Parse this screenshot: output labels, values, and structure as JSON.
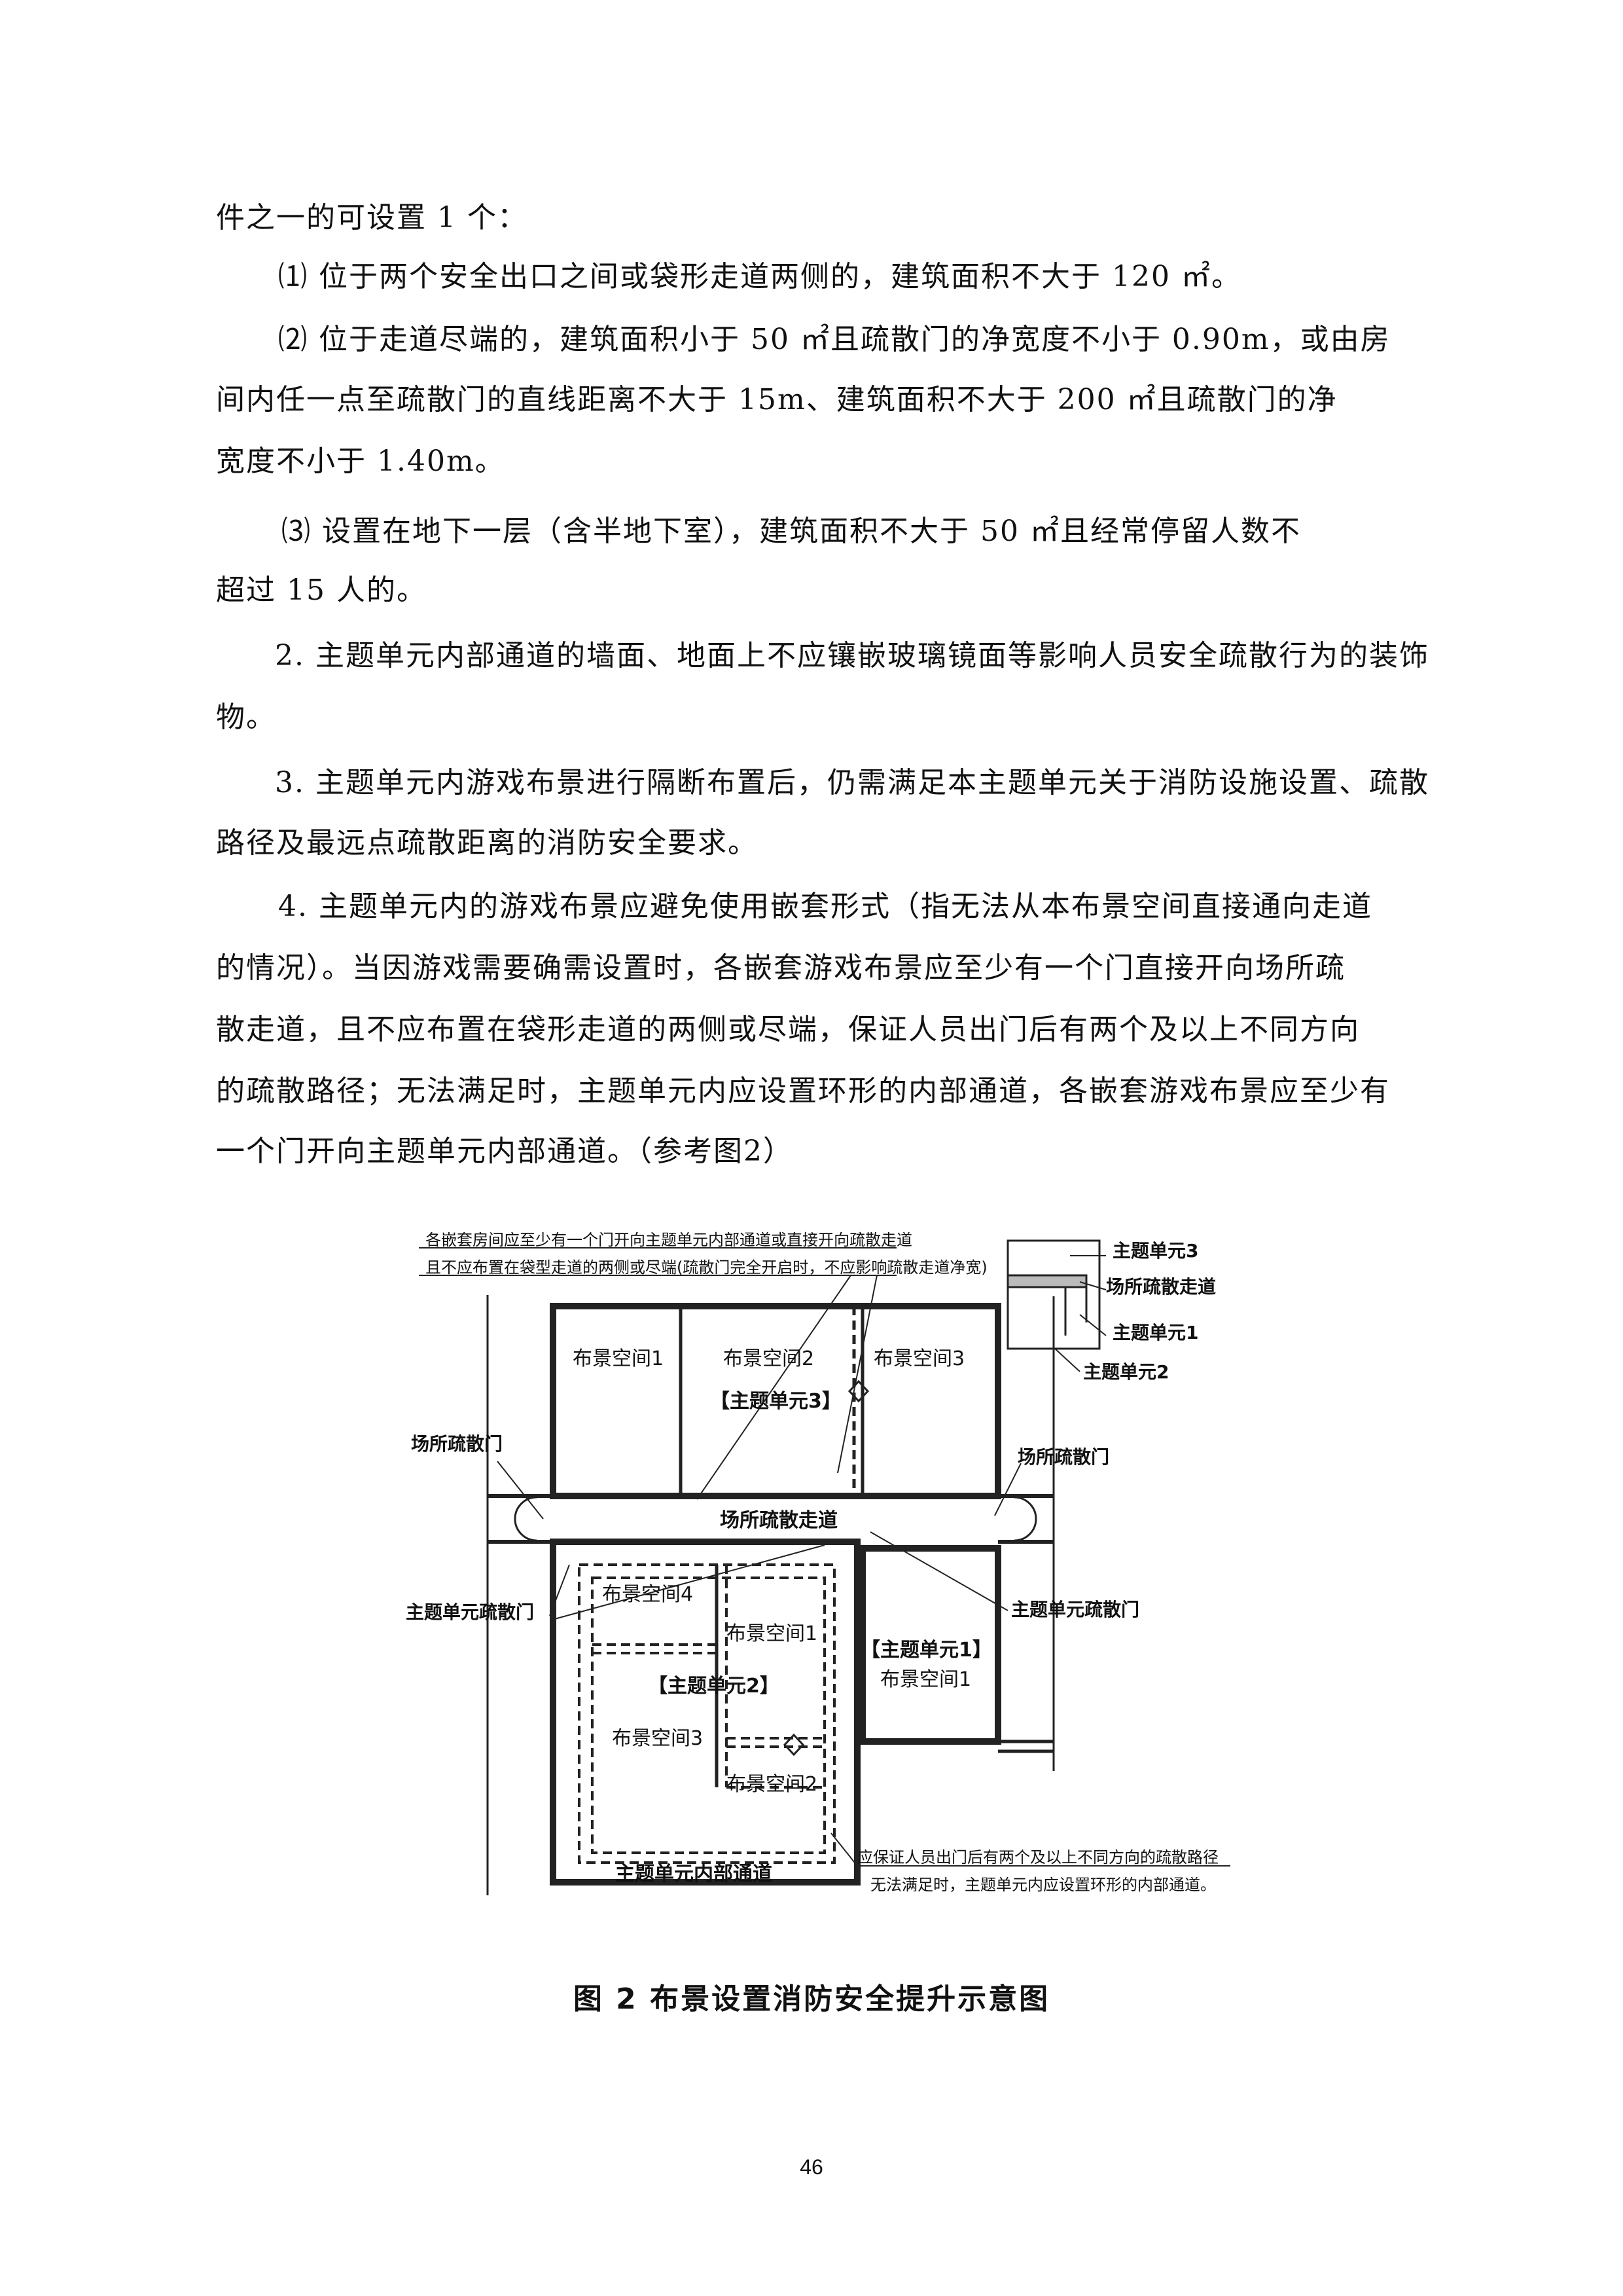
{
  "body": {
    "line1": "件之一的可设置 1 个：",
    "line2": "⑴ 位于两个安全出口之间或袋形走道两侧的，建筑面积不大于 120 ㎡。",
    "line3": "⑵ 位于走道尽端的，建筑面积小于 50 ㎡且疏散门的净宽度不小于 0.90m，或由房",
    "line4": "间内任一点至疏散门的直线距离不大于 15m、建筑面积不大于 200 ㎡且疏散门的净",
    "line5": "宽度不小于 1.40m。",
    "line6": "⑶ 设置在地下一层（含半地下室），建筑面积不大于 50 ㎡且经常停留人数不",
    "line7": "超过 15 人的。",
    "line8": "2. 主题单元内部通道的墙面、地面上不应镶嵌玻璃镜面等影响人员安全疏散行为的装饰",
    "line9": "物。",
    "line10": "3. 主题单元内游戏布景进行隔断布置后，仍需满足本主题单元关于消防设施设置、疏散",
    "line11": "路径及最远点疏散距离的消防安全要求。",
    "line12": "4. 主题单元内的游戏布景应避免使用嵌套形式（指无法从本布景空间直接通向走道",
    "line13": "的情况）。当因游戏需要确需设置时，各嵌套游戏布景应至少有一个门直接开向场所疏",
    "line14": "散走道，且不应布置在袋形走道的两侧或尽端，保证人员出门后有两个及以上不同方向",
    "line15": "的疏散路径；无法满足时，主题单元内应设置环形的内部通道，各嵌套游戏布景应至少有",
    "line16": "一个门开向主题单元内部通道。（参考图2）"
  },
  "figure": {
    "note_top_1": "各嵌套房间应至少有一个门开向主题单元内部通道或直接开向疏散走道",
    "note_top_2": "且不应布置在袋型走道的两侧或尽端(疏散门完全开启时，不应影响疏散走道净宽)",
    "legend_unit3": "主题单元3",
    "legend_corridor": "场所疏散走道",
    "legend_unit1": "主题单元1",
    "legend_unit2": "主题单元2",
    "space1_u3": "布景空间1",
    "space2_u3": "布景空间2",
    "space3_u3": "布景空间3",
    "unit3_label": "【主题单元3】",
    "exit_left": "场所疏散门",
    "exit_right": "场所疏散门",
    "corridor": "场所疏散走道",
    "unit_exit_left": "主题单元疏散门",
    "unit_exit_right": "主题单元疏散门",
    "space4_u2": "布景空间4",
    "space1_u2": "布景空间1",
    "unit2_label": "【主题单元2】",
    "space3_u2": "布景空间3",
    "space2_u2": "布景空间2",
    "unit1_label": "【主题单元1】",
    "space1_u1": "布景空间1",
    "inner_passage": "主题单元内部通道",
    "note_bottom_1": "应保证人员出门后有两个及以上不同方向的疏散路径",
    "note_bottom_2": "无法满足时，主题单元内应设置环形的内部通道。"
  },
  "figure_caption": "图 2 布景设置消防安全提升示意图",
  "page_number": "46"
}
